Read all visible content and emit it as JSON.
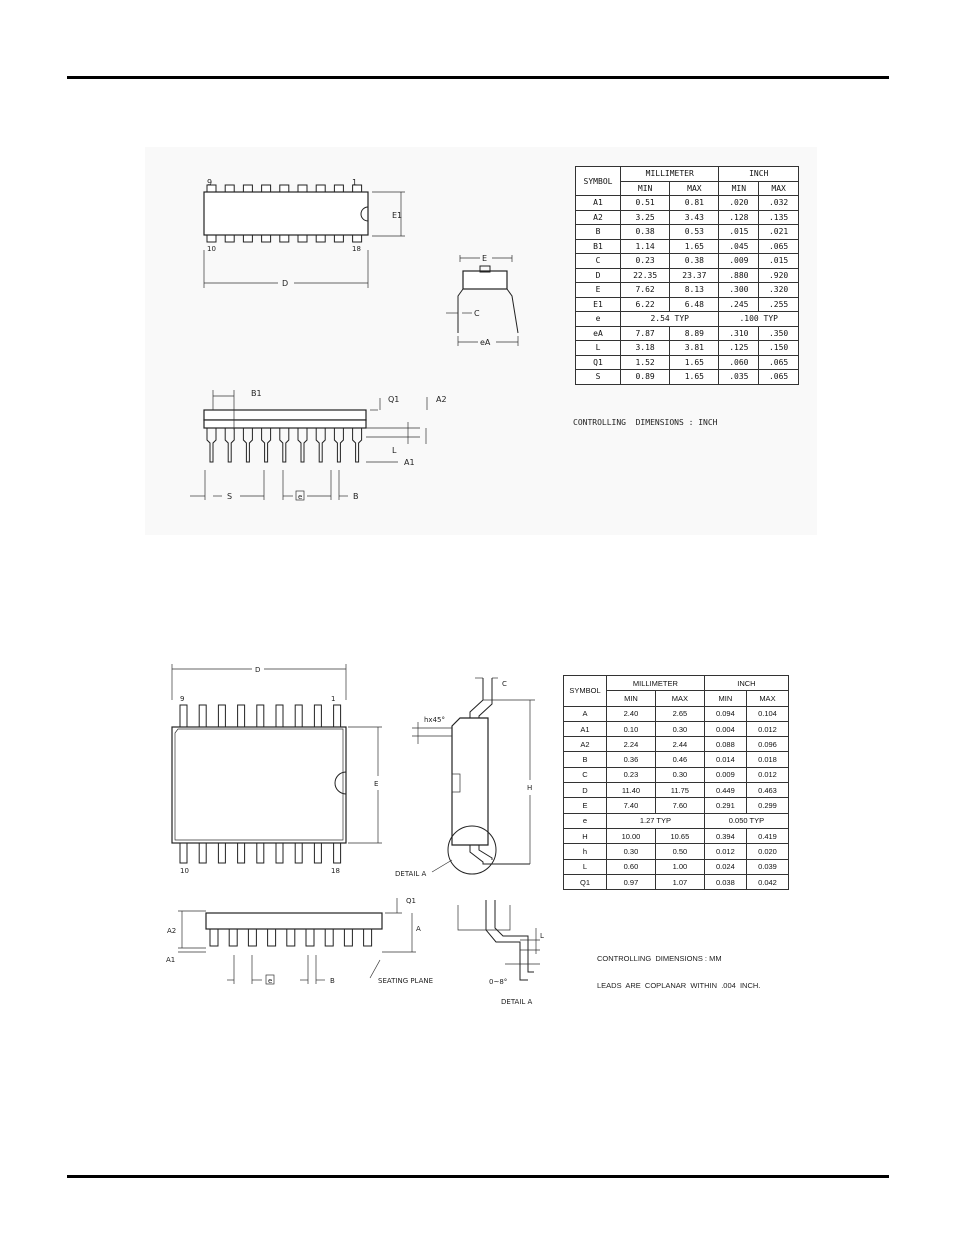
{
  "dip": {
    "pin_labels": {
      "top_left": "9",
      "top_right": "1",
      "bottom_left": "10",
      "bottom_right": "18"
    },
    "dim_labels": {
      "E1": "E1",
      "D": "D",
      "E": "E",
      "C": "C",
      "eA": "eA",
      "B1": "B1",
      "Q1": "Q1",
      "A2": "A2",
      "L": "L",
      "A1": "A1",
      "S": "S",
      "e": "e",
      "B": "B"
    },
    "table": {
      "header": {
        "symbol": "SYMBOL",
        "millimeter": "MILLIMETER",
        "inch": "INCH",
        "min": "MIN",
        "max": "MAX"
      },
      "rows": [
        {
          "sym": "A1",
          "mm_min": "0.51",
          "mm_max": "0.81",
          "in_min": ".020",
          "in_max": ".032"
        },
        {
          "sym": "A2",
          "mm_min": "3.25",
          "mm_max": "3.43",
          "in_min": ".128",
          "in_max": ".135"
        },
        {
          "sym": "B",
          "mm_min": "0.38",
          "mm_max": "0.53",
          "in_min": ".015",
          "in_max": ".021"
        },
        {
          "sym": "B1",
          "mm_min": "1.14",
          "mm_max": "1.65",
          "in_min": ".045",
          "in_max": ".065"
        },
        {
          "sym": "C",
          "mm_min": "0.23",
          "mm_max": "0.38",
          "in_min": ".009",
          "in_max": ".015"
        },
        {
          "sym": "D",
          "mm_min": "22.35",
          "mm_max": "23.37",
          "in_min": ".880",
          "in_max": ".920"
        },
        {
          "sym": "E",
          "mm_min": "7.62",
          "mm_max": "8.13",
          "in_min": ".300",
          "in_max": ".320"
        },
        {
          "sym": "E1",
          "mm_min": "6.22",
          "mm_max": "6.48",
          "in_min": ".245",
          "in_max": ".255"
        },
        {
          "sym": "e",
          "mm_typ": "2.54  TYP",
          "in_typ": ".100  TYP"
        },
        {
          "sym": "eA",
          "mm_min": "7.87",
          "mm_max": "8.89",
          "in_min": ".310",
          "in_max": ".350"
        },
        {
          "sym": "L",
          "mm_min": "3.18",
          "mm_max": "3.81",
          "in_min": ".125",
          "in_max": ".150"
        },
        {
          "sym": "Q1",
          "mm_min": "1.52",
          "mm_max": "1.65",
          "in_min": ".060",
          "in_max": ".065"
        },
        {
          "sym": "S",
          "mm_min": "0.89",
          "mm_max": "1.65",
          "in_min": ".035",
          "in_max": ".065"
        }
      ]
    },
    "note": "CONTROLLING  DIMENSIONS : INCH"
  },
  "soic": {
    "pin_labels": {
      "top_left": "9",
      "top_right": "1",
      "bottom_left": "10",
      "bottom_right": "18"
    },
    "dim_labels": {
      "D": "D",
      "E": "E",
      "C": "C",
      "h45": "hx45°",
      "H": "H",
      "detail_a": "DETAIL  A",
      "Q1": "Q1",
      "A2": "A2",
      "A": "A",
      "A1": "A1",
      "e": "e",
      "B": "B",
      "seating_plane": "SEATING  PLANE",
      "L": "L",
      "angle": "0~8°",
      "detail_a2": "DETAIL  A"
    },
    "table": {
      "header": {
        "symbol": "SYMBOL",
        "millimeter": "MILLIMETER",
        "inch": "INCH",
        "min": "MIN",
        "max": "MAX"
      },
      "rows": [
        {
          "sym": "A",
          "mm_min": "2.40",
          "mm_max": "2.65",
          "in_min": "0.094",
          "in_max": "0.104"
        },
        {
          "sym": "A1",
          "mm_min": "0.10",
          "mm_max": "0.30",
          "in_min": "0.004",
          "in_max": "0.012"
        },
        {
          "sym": "A2",
          "mm_min": "2.24",
          "mm_max": "2.44",
          "in_min": "0.088",
          "in_max": "0.096"
        },
        {
          "sym": "B",
          "mm_min": "0.36",
          "mm_max": "0.46",
          "in_min": "0.014",
          "in_max": "0.018"
        },
        {
          "sym": "C",
          "mm_min": "0.23",
          "mm_max": "0.30",
          "in_min": "0.009",
          "in_max": "0.012"
        },
        {
          "sym": "D",
          "mm_min": "11.40",
          "mm_max": "11.75",
          "in_min": "0.449",
          "in_max": "0.463"
        },
        {
          "sym": "E",
          "mm_min": "7.40",
          "mm_max": "7.60",
          "in_min": "0.291",
          "in_max": "0.299"
        },
        {
          "sym": "e",
          "mm_typ": "1.27  TYP",
          "in_typ": "0.050  TYP"
        },
        {
          "sym": "H",
          "mm_min": "10.00",
          "mm_max": "10.65",
          "in_min": "0.394",
          "in_max": "0.419"
        },
        {
          "sym": "h",
          "mm_min": "0.30",
          "mm_max": "0.50",
          "in_min": "0.012",
          "in_max": "0.020"
        },
        {
          "sym": "L",
          "mm_min": "0.60",
          "mm_max": "1.00",
          "in_min": "0.024",
          "in_max": "0.039"
        },
        {
          "sym": "Q1",
          "mm_min": "0.97",
          "mm_max": "1.07",
          "in_min": "0.038",
          "in_max": "0.042"
        }
      ]
    },
    "note_line1": "CONTROLLING  DIMENSIONS : MM",
    "note_line2": "LEADS  ARE  COPLANAR  WITHIN  .004  INCH."
  }
}
